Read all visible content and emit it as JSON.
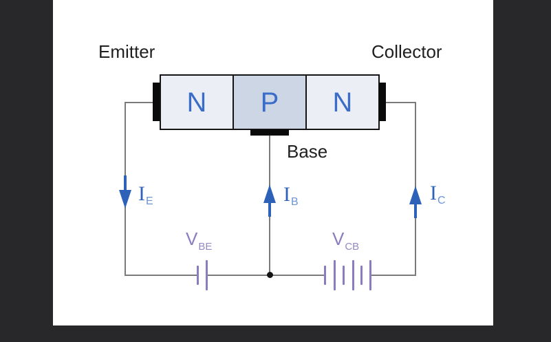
{
  "labels": {
    "emitter": "Emitter",
    "collector": "Collector",
    "base": "Base"
  },
  "regions": [
    "N",
    "P",
    "N"
  ],
  "currents": [
    {
      "symbol": "I",
      "subscript": "E",
      "direction": "down"
    },
    {
      "symbol": "I",
      "subscript": "B",
      "direction": "up"
    },
    {
      "symbol": "I",
      "subscript": "C",
      "direction": "up"
    }
  ],
  "sources": [
    {
      "symbol": "V",
      "subscript": "BE",
      "plates": 2
    },
    {
      "symbol": "V",
      "subscript": "CB",
      "plates": 6
    }
  ],
  "colors": {
    "page-bg": "#28282a",
    "panel-bg": "#ffffff",
    "ink": "#1f1f1f",
    "outline": "#141414",
    "pad-black": "#0a0a0a",
    "wire": "#7a7a7a",
    "n-fill": "#ebeff5",
    "p-fill": "#ccd6e4",
    "blue-letter": "#3a6cc8",
    "blue-current": "#2d62b8",
    "blue-sub": "#6d95d6",
    "purple": "#8b7cc0",
    "purple-sub": "#938ac6"
  }
}
